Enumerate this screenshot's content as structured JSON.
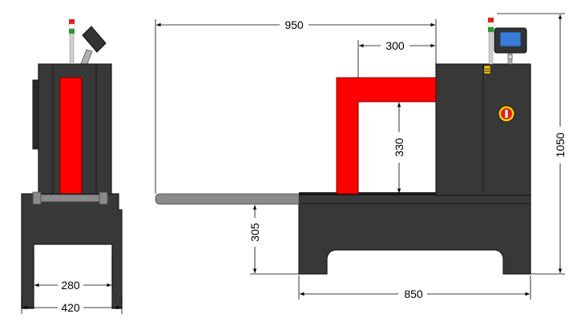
{
  "colors": {
    "body": "#383838",
    "body_stroke": "#1a1a1a",
    "red": "#ff0000",
    "grey_arm": "#8a8a8a",
    "screen": "#3a7bd5",
    "lamp_red": "#e02020",
    "lamp_green": "#2a9a2a",
    "warning_yellow": "#ffcc00"
  },
  "icons": {
    "power_button": "power-icon",
    "warning_label": "warning-icon"
  },
  "dimensions": {
    "front_inner_width": "280",
    "front_outer_width": "420",
    "side_overall_length": "950",
    "yoke_reach": "300",
    "yoke_height": "330",
    "arm_height": "305",
    "base_width": "850",
    "overall_height": "1050"
  }
}
